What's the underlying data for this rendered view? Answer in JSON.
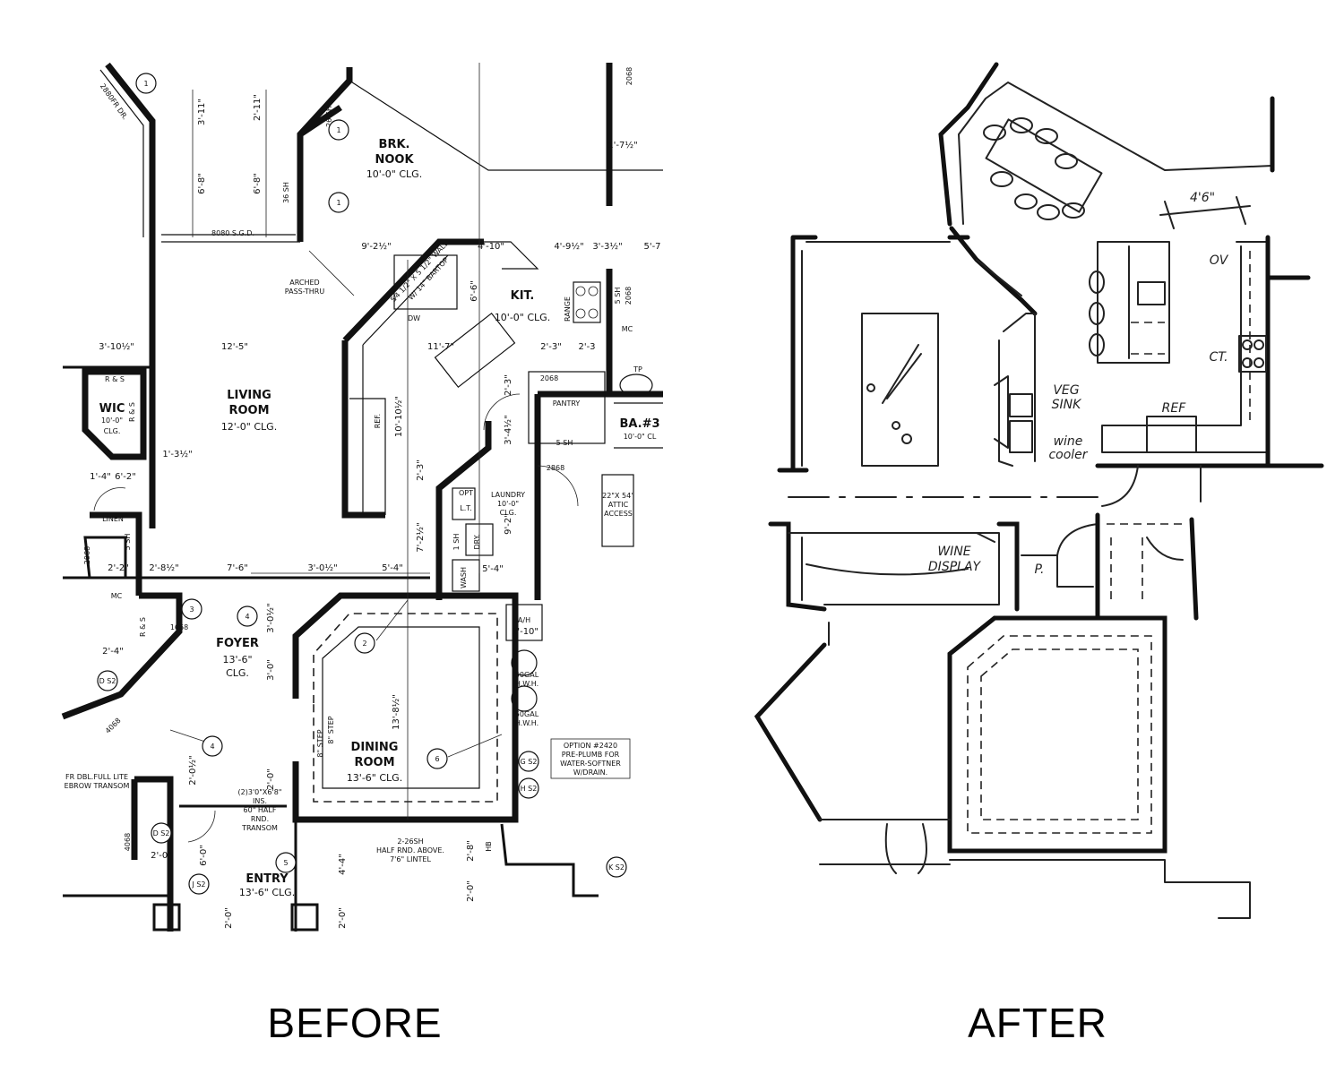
{
  "before": {
    "caption": "BEFORE",
    "rooms": {
      "nook": [
        "BRK.",
        "NOOK",
        "10'-0\" CLG."
      ],
      "kitchen": [
        "KIT.",
        "10'-0\" CLG."
      ],
      "living": [
        "LIVING",
        "ROOM",
        "12'-0\" CLG."
      ],
      "wic": [
        "WIC",
        "10'-0\"",
        "CLG."
      ],
      "foyer": [
        "FOYER",
        "13'-6\"",
        "CLG."
      ],
      "dining": [
        "DINING",
        "ROOM",
        "13'-6\" CLG."
      ],
      "laundry": [
        "LAUNDRY",
        "10'-0\"",
        "CLG."
      ],
      "pantry": "PANTRY",
      "bath": [
        "BA.#3",
        "10'-0\" CL"
      ],
      "entry": [
        "ENTRY",
        "13'-6\" CLG."
      ],
      "linen": "LINEN"
    },
    "notes": {
      "sgd": "8080 S.G.D.",
      "arched": [
        "ARCHED",
        "PASS-THRU"
      ],
      "wall": [
        "5⁄4 1/2\" X 5 1/2\" WALL",
        "W/ 14\" BARTOP"
      ],
      "attic": [
        "22\"X 54\"",
        "ATTIC",
        "ACCESS"
      ],
      "option": [
        "OPTION #2420",
        "PRE-PLUMB FOR",
        "WATER-SOFTNER",
        "W/DRAIN."
      ],
      "transom": [
        "(2)3'0\"X6'8\"",
        "INS.",
        "60\" HALF",
        "RND.",
        "TRANSOM"
      ],
      "window": [
        "2-26SH",
        "HALF RND. ABOVE.",
        "7'6\" LINTEL"
      ],
      "dbl": [
        "FR DBL.FULL LITE",
        "EBROW TRANSOM"
      ],
      "fr_dr": "2880FR DR.",
      "tank1": [
        "50GAL",
        "H.W.H."
      ],
      "tank2": [
        "50GAL",
        "H.W.H."
      ],
      "step1": "8\" STEP",
      "step2": "8\" STEP",
      "dw": "DW",
      "ref": "REF.",
      "range": "RANGE",
      "ah": "A/H",
      "dry": "DRY.",
      "wash": "WASH",
      "tp": "TP",
      "mc1": "MC",
      "mc2": "MC",
      "rs1": "R & S",
      "rs2": "R & S",
      "rs3": "R & S",
      "opt": "OPT",
      "lt": "L.T."
    },
    "dims": [
      "3'-11\"",
      "6'-8\"",
      "2'-11\"",
      "6'-8\"",
      "26 SH",
      "36 SH",
      "9'-2½\"",
      "4'-10\"",
      "4'-9½\"",
      "3'-3½\"",
      "5'-7",
      "6'-6\"",
      "12'-5\"",
      "11'-7\"",
      "2'-3\"",
      "2'-3",
      "3'-10½\"",
      "1'-3½\"",
      "1'-4\"",
      "6'-2\"",
      "2'-3\"",
      "10'-10½\"",
      "3'-4½\"",
      "2'-3\"",
      "7'-2½\"",
      "9'-2\"",
      "5'-4\"",
      "2'-2\"",
      "2'-8½\"",
      "7'-6\"",
      "3'-0½\"",
      "5'-4\"",
      "3'-0½\"",
      "3'-0\"",
      "13'-8½\"",
      "2'-4\"",
      "2'-0½\"",
      "2'-0\"",
      "6'-0\"",
      "2'-0\"",
      "4'-4\"",
      "2'-0\"",
      "2'-8\"",
      "2'-0\"",
      "2'-0\"",
      "1'-10\"",
      "1'-7½\"",
      "2068",
      "2068",
      "2068",
      "2068",
      "2868",
      "4068",
      "4068",
      "1668",
      "5 SH",
      "5 SH",
      "5 SH",
      "1 SH",
      "HB"
    ],
    "callouts": [
      "1",
      "1",
      "1",
      "2",
      "3",
      "4",
      "4",
      "5",
      "6"
    ],
    "tags": [
      "D S2",
      "D S2",
      "G S2",
      "H S2",
      "J S2",
      "K S2"
    ]
  },
  "after": {
    "caption": "AFTER",
    "labels": {
      "dim": "4'6\"",
      "ov": "OV",
      "ct": "CT.",
      "veg": [
        "VEG",
        "SINK"
      ],
      "wine_cooler": [
        "wine",
        "cooler"
      ],
      "ref": "REF",
      "wine_display": [
        "WINE",
        "DISPLAY"
      ],
      "p": "P."
    }
  }
}
